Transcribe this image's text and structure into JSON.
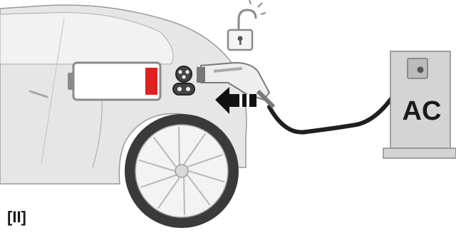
{
  "figure": {
    "step_label": "[II]",
    "station_label": "AC",
    "colors": {
      "car_body": "#e6e6e6",
      "car_outline": "#9a9a9a",
      "glass": "#f2f2f2",
      "battery_level": "#e02020",
      "tire": "#3a3a3a",
      "cable": "#1f1f1f",
      "arrow": "#111111",
      "station": "#cfcfcf"
    },
    "icons": [
      "battery-icon",
      "unlocked-padlock-icon",
      "charge-port-icon",
      "plug-insert-arrow-icon",
      "charging-station-icon",
      "charging-plug-icon"
    ],
    "battery_level_fraction": 0.15
  }
}
